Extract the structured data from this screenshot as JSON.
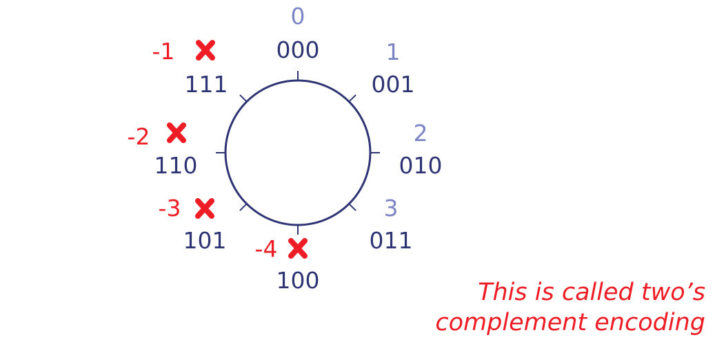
{
  "diagram": {
    "nodes": [
      {
        "bits": "000",
        "value": "0",
        "negative": null
      },
      {
        "bits": "001",
        "value": "1",
        "negative": null
      },
      {
        "bits": "010",
        "value": "2",
        "negative": null
      },
      {
        "bits": "011",
        "value": "3",
        "negative": null
      },
      {
        "bits": "100",
        "value": null,
        "negative": "-4"
      },
      {
        "bits": "101",
        "value": null,
        "negative": "-3"
      },
      {
        "bits": "110",
        "value": null,
        "negative": "-2"
      },
      {
        "bits": "111",
        "value": null,
        "negative": "-1"
      }
    ],
    "colors": {
      "circle": "#2e3473",
      "bits": "#2e3473",
      "value": "#7c84c4",
      "negative": "#ee1c24"
    }
  },
  "caption": {
    "line1": "This is called two’s",
    "line2": "complement encoding"
  }
}
